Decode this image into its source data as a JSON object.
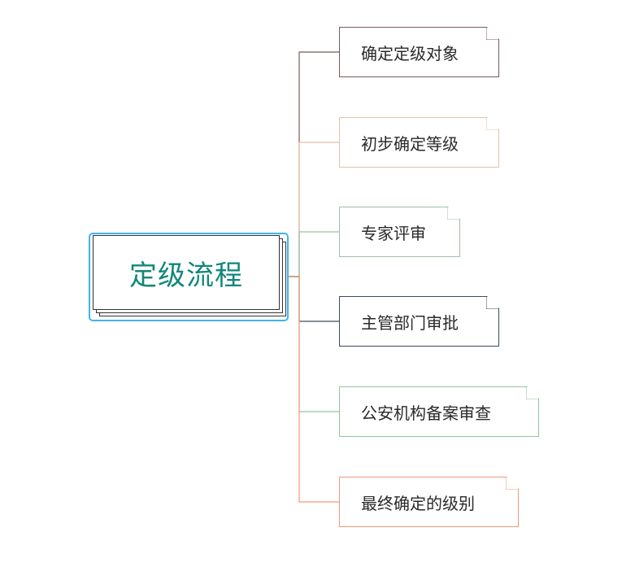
{
  "root": {
    "label": "定级流程",
    "text_color": "#11877a",
    "selection_color": "#3fb4ea"
  },
  "children": [
    {
      "label": "确定定级对象",
      "color": "#7b5a5a"
    },
    {
      "label": "初步确定等级",
      "color": "#e6c0a6"
    },
    {
      "label": "专家评审",
      "color": "#9cc2a8"
    },
    {
      "label": "主管部门审批",
      "color": "#3c4a62"
    },
    {
      "label": "公安机构备案审查",
      "color": "#8fc79a"
    },
    {
      "label": "最终确定的级别",
      "color": "#ee9a78"
    }
  ]
}
